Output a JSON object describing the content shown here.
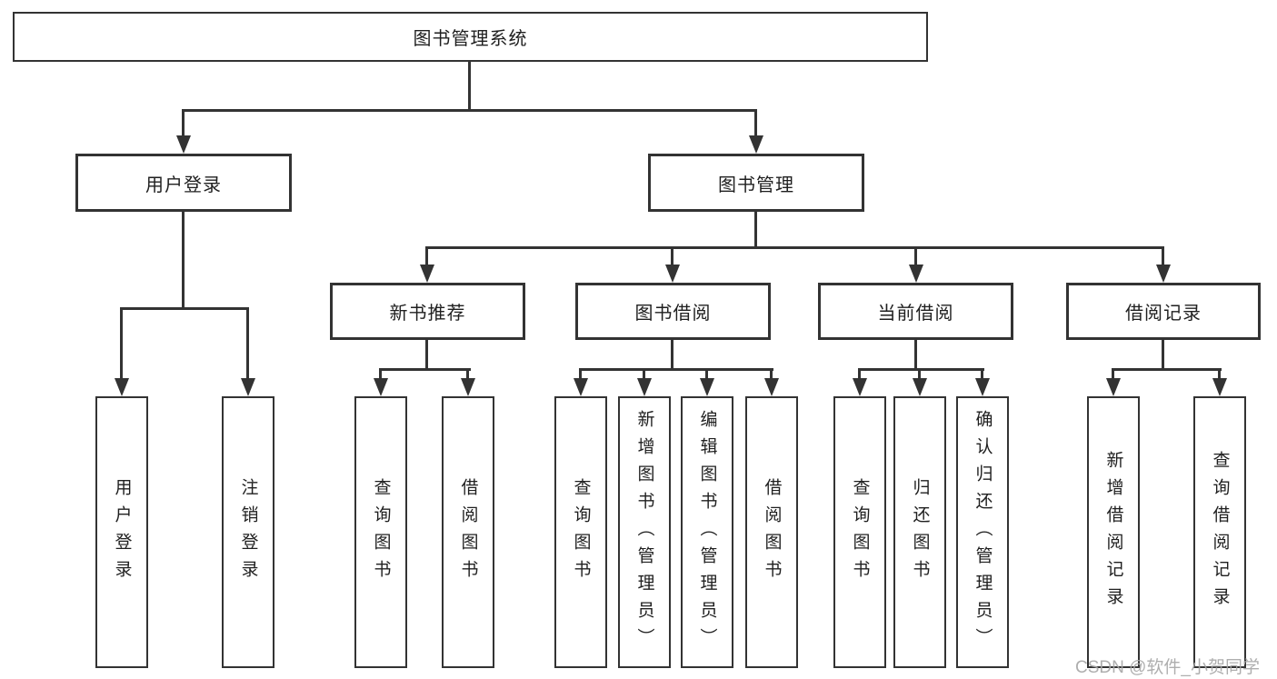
{
  "colors": {
    "line": "#333333",
    "text": "#1f1f1f",
    "background": "#ffffff",
    "watermark": "#a6a6a6"
  },
  "tree": {
    "label": "图书管理系统",
    "children": [
      {
        "label": "用户登录",
        "children": [
          {
            "label": "用户登录"
          },
          {
            "label": "注销登录"
          }
        ]
      },
      {
        "label": "图书管理",
        "children": [
          {
            "label": "新书推荐",
            "children": [
              {
                "label": "查询图书"
              },
              {
                "label": "借阅图书"
              }
            ]
          },
          {
            "label": "图书借阅",
            "children": [
              {
                "label": "查询图书"
              },
              {
                "label": "新增图书（管理员）"
              },
              {
                "label": "编辑图书（管理员）"
              },
              {
                "label": "借阅图书"
              }
            ]
          },
          {
            "label": "当前借阅",
            "children": [
              {
                "label": "查询图书"
              },
              {
                "label": "归还图书"
              },
              {
                "label": "确认归还（管理员）"
              }
            ]
          },
          {
            "label": "借阅记录",
            "children": [
              {
                "label": "新增借阅记录"
              },
              {
                "label": "查询借阅记录"
              }
            ]
          }
        ]
      }
    ]
  },
  "watermark": {
    "text": "CSDN @软件_小贺同学"
  }
}
